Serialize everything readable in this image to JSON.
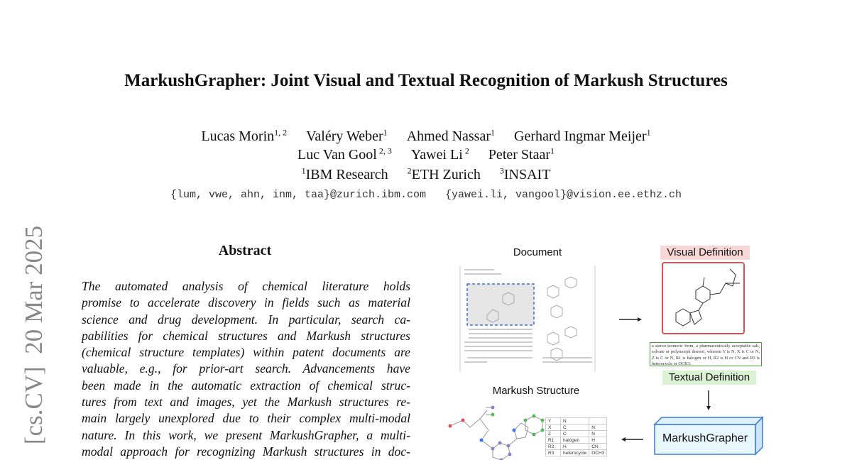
{
  "title": "MarkushGrapher: Joint Visual and Textual Recognition of Markush Structures",
  "authors": [
    {
      "name": "Lucas Morin",
      "aff": "1, 2"
    },
    {
      "name": "Valéry Weber",
      "aff": "1"
    },
    {
      "name": "Ahmed Nassar",
      "aff": "1"
    },
    {
      "name": "Gerhard Ingmar Meijer",
      "aff": "1"
    },
    {
      "name": "Luc Van Gool",
      "aff": " 2, 3"
    },
    {
      "name": "Yawei Li",
      "aff": " 2"
    },
    {
      "name": "Peter Staar",
      "aff": "1"
    }
  ],
  "affiliations": [
    {
      "num": "1",
      "name": "IBM Research"
    },
    {
      "num": "2",
      "name": "ETH Zurich"
    },
    {
      "num": "3",
      "name": "INSAIT"
    }
  ],
  "emails": "{lum, vwe, ahn, inm, taa}@zurich.ibm.com   {yawei.li, vangool}@vision.ee.ethz.ch",
  "arxiv_stamp": "[cs.CV]  20 Mar 2025",
  "abstract": {
    "heading": "Abstract",
    "lines": [
      "The automated analysis of chemical literature holds",
      "promise to accelerate discovery in fields such as material",
      "science and drug development.  In particular, search ca-",
      "pabilities for chemical structures and Markush structures",
      "(chemical structure templates) within patent documents are",
      "valuable, e.g., for prior-art search.  Advancements have",
      "been made in the automatic extraction of chemical struc-",
      "tures from text and images, yet the Markush structures re-",
      "main largely unexplored due to their complex multi-modal",
      "nature. In this work, we present MarkushGrapher, a multi-",
      "modal approach for recognizing Markush structures in doc-"
    ]
  },
  "figure": {
    "document_label": "Document",
    "visual_label": "Visual Definition",
    "textual_label": "Textual Definition",
    "textual_text": "a stereo-isomeric form, a pharmaceutically acceptable salt, solvate or polymorph thereof, wherein Y is N, X is C or N, Z is C or N, R1 is halogen or H, R2 is H or CN and R3 is heterocycle or OCH3.",
    "model_label": "MarkushGrapher",
    "markush_label": "Markush Structure",
    "table": [
      [
        "Y",
        "N",
        ""
      ],
      [
        "X",
        "C",
        "N"
      ],
      [
        "Z",
        "C",
        "N"
      ],
      [
        "R1",
        "halogen",
        "H"
      ],
      [
        "R2",
        "H",
        "CN"
      ],
      [
        "R3",
        "heterocycle",
        "OCH3"
      ]
    ],
    "colors": {
      "visual": "#e05050",
      "textual": "#4a9a3a",
      "model": "#3a78e0",
      "selection": "#3a6fd8"
    }
  }
}
